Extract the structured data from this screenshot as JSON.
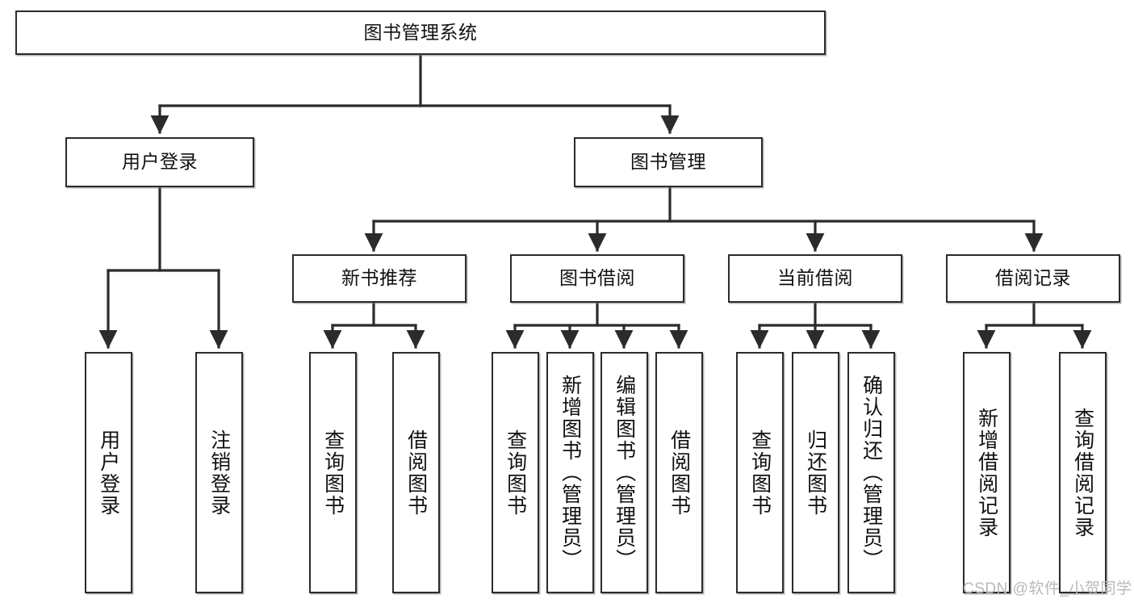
{
  "diagram": {
    "title": "图书管理系统",
    "type": "tree-hierarchy-chart",
    "root": {
      "label": "图书管理系统"
    },
    "level1": [
      {
        "label": "用户登录"
      },
      {
        "label": "图书管理"
      }
    ],
    "level2": [
      {
        "label": "新书推荐"
      },
      {
        "label": "图书借阅"
      },
      {
        "label": "当前借阅"
      },
      {
        "label": "借阅记录"
      }
    ],
    "leaves": [
      {
        "label": "用户登录"
      },
      {
        "label": "注销登录"
      },
      {
        "label": "查询图书"
      },
      {
        "label": "借阅图书"
      },
      {
        "label": "查询图书"
      },
      {
        "label": "新增图书（管理员）"
      },
      {
        "label": "编辑图书（管理员）"
      },
      {
        "label": "借阅图书"
      },
      {
        "label": "查询图书"
      },
      {
        "label": "归还图书"
      },
      {
        "label": "确认归还（管理员）"
      },
      {
        "label": "新增借阅记录"
      },
      {
        "label": "查询借阅记录"
      }
    ]
  },
  "watermark": {
    "text": "CSDN @软件_小贺同学"
  },
  "colors": {
    "background": "#ffffff",
    "stroke": "#2b2b2b",
    "text": "#111111",
    "watermark": "#b9b9b9"
  }
}
